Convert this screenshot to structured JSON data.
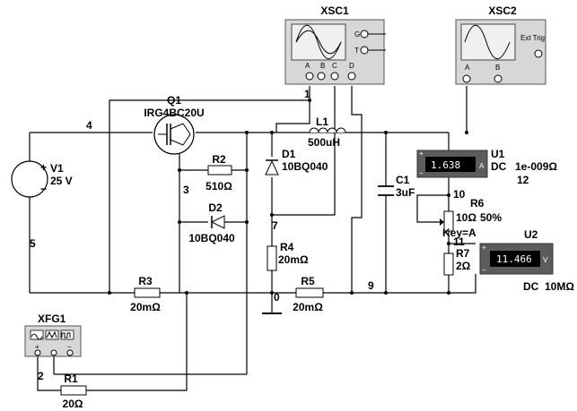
{
  "instruments": {
    "xsc1": {
      "title": "XSC1",
      "ports": [
        "A",
        "B",
        "C",
        "D"
      ],
      "right_ports": [
        "G",
        "T"
      ]
    },
    "xsc2": {
      "title": "XSC2",
      "ports": [
        "A",
        "B"
      ],
      "ext_trig": "Ext Trig"
    },
    "xfg1": {
      "title": "XFG1",
      "terminals": [
        "+",
        "",
        "−"
      ]
    }
  },
  "components": {
    "v1": {
      "name": "V1",
      "value": "25 V",
      "plus": "+",
      "minus": "−"
    },
    "q1": {
      "name": "Q1",
      "model": "IRG4BC20U"
    },
    "r2": {
      "name": "R2",
      "value": "510Ω"
    },
    "d2": {
      "name": "D2",
      "model": "10BQ040"
    },
    "l1": {
      "name": "L1",
      "value": "500uH"
    },
    "d1": {
      "name": "D1",
      "model": "10BQ040"
    },
    "c1": {
      "name": "C1",
      "value": "3uF"
    },
    "r4": {
      "name": "R4",
      "value": "20mΩ"
    },
    "r3": {
      "name": "R3",
      "value": "20mΩ"
    },
    "r5": {
      "name": "R5",
      "value": "20mΩ"
    },
    "r1": {
      "name": "R1",
      "value": "20Ω"
    },
    "r6": {
      "name": "R6",
      "value": "10Ω",
      "setting": "50%",
      "key": "Key=A"
    },
    "r7": {
      "name": "R7",
      "value": "2Ω"
    },
    "u1": {
      "name": "U1",
      "reading": "1.638",
      "unit": "A",
      "mode": "DC",
      "resistance": "1e-009Ω",
      "plus": "+",
      "minus": "−"
    },
    "u2": {
      "name": "U2",
      "reading": "11.466",
      "unit": "V",
      "mode": "DC",
      "resistance": "10MΩ",
      "plus": "+",
      "minus": "−"
    }
  },
  "nodes": [
    "1",
    "2",
    "3",
    "4",
    "5",
    "7",
    "9",
    "10",
    "11",
    "12",
    "0"
  ]
}
